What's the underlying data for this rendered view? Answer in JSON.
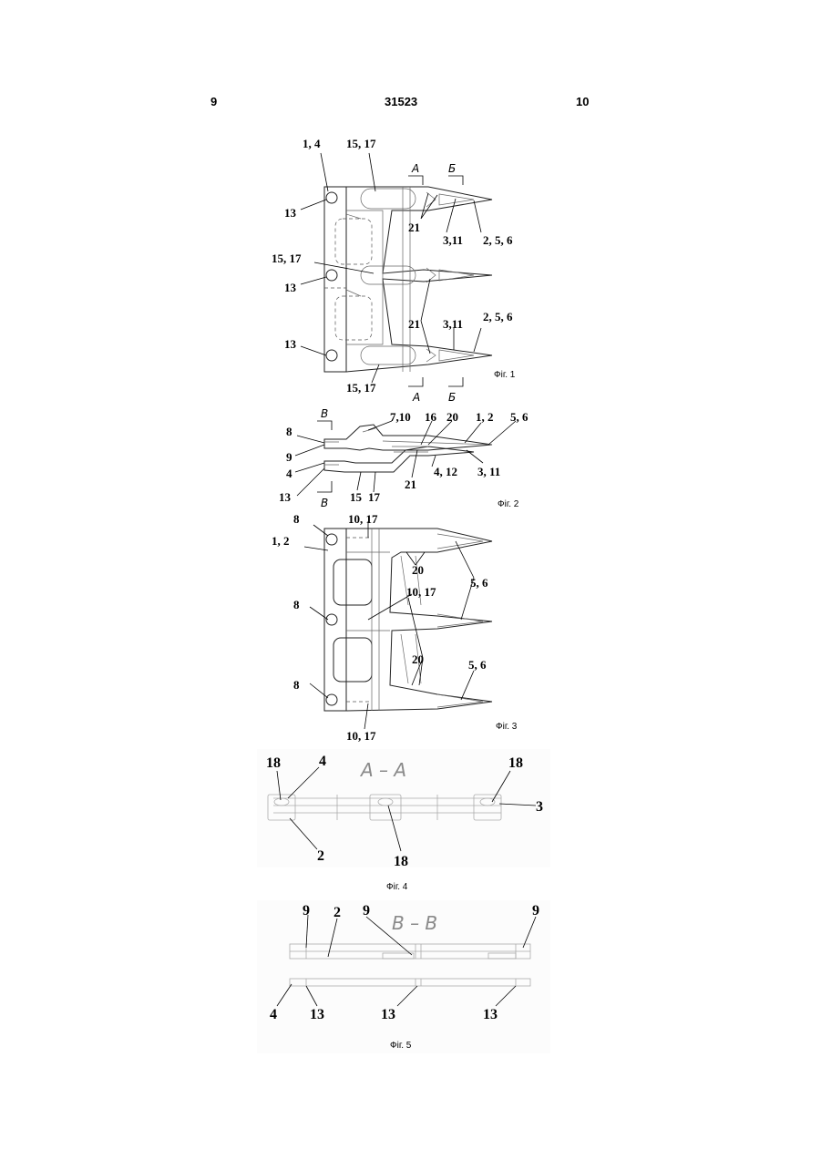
{
  "header": {
    "page_left": "9",
    "patent_no": "31523",
    "page_right": "10"
  },
  "fig1": {
    "caption": "Фіг. 1",
    "cut_a": "А",
    "cut_b": "Б",
    "labels": [
      "1, 4",
      "15, 17",
      "13",
      "21",
      "3,11",
      "2, 5, 6",
      "15, 17",
      "13",
      "21",
      "3,11",
      "2, 5, 6",
      "13",
      "15, 17"
    ]
  },
  "fig2": {
    "caption": "Фіг. 2",
    "cut_v": "В",
    "labels": [
      "8",
      "7,10",
      "16",
      "20",
      "1, 2",
      "5, 6",
      "9",
      "4",
      "13",
      "15",
      "17",
      "21",
      "4, 12",
      "3, 11"
    ]
  },
  "fig3": {
    "caption": "Фіг. 3",
    "labels": [
      "8",
      "10, 17",
      "1, 2",
      "20",
      "5, 6",
      "8",
      "10, 17",
      "5, 6",
      "20",
      "8",
      "10, 17"
    ]
  },
  "fig4": {
    "caption": "Фіг. 4",
    "section": "А – А",
    "labels": [
      "18",
      "4",
      "18",
      "3",
      "2",
      "18"
    ]
  },
  "fig5": {
    "caption": "Фіг. 5",
    "section": "В – В",
    "labels": [
      "9",
      "2",
      "9",
      "9",
      "4",
      "13",
      "13",
      "13"
    ]
  }
}
